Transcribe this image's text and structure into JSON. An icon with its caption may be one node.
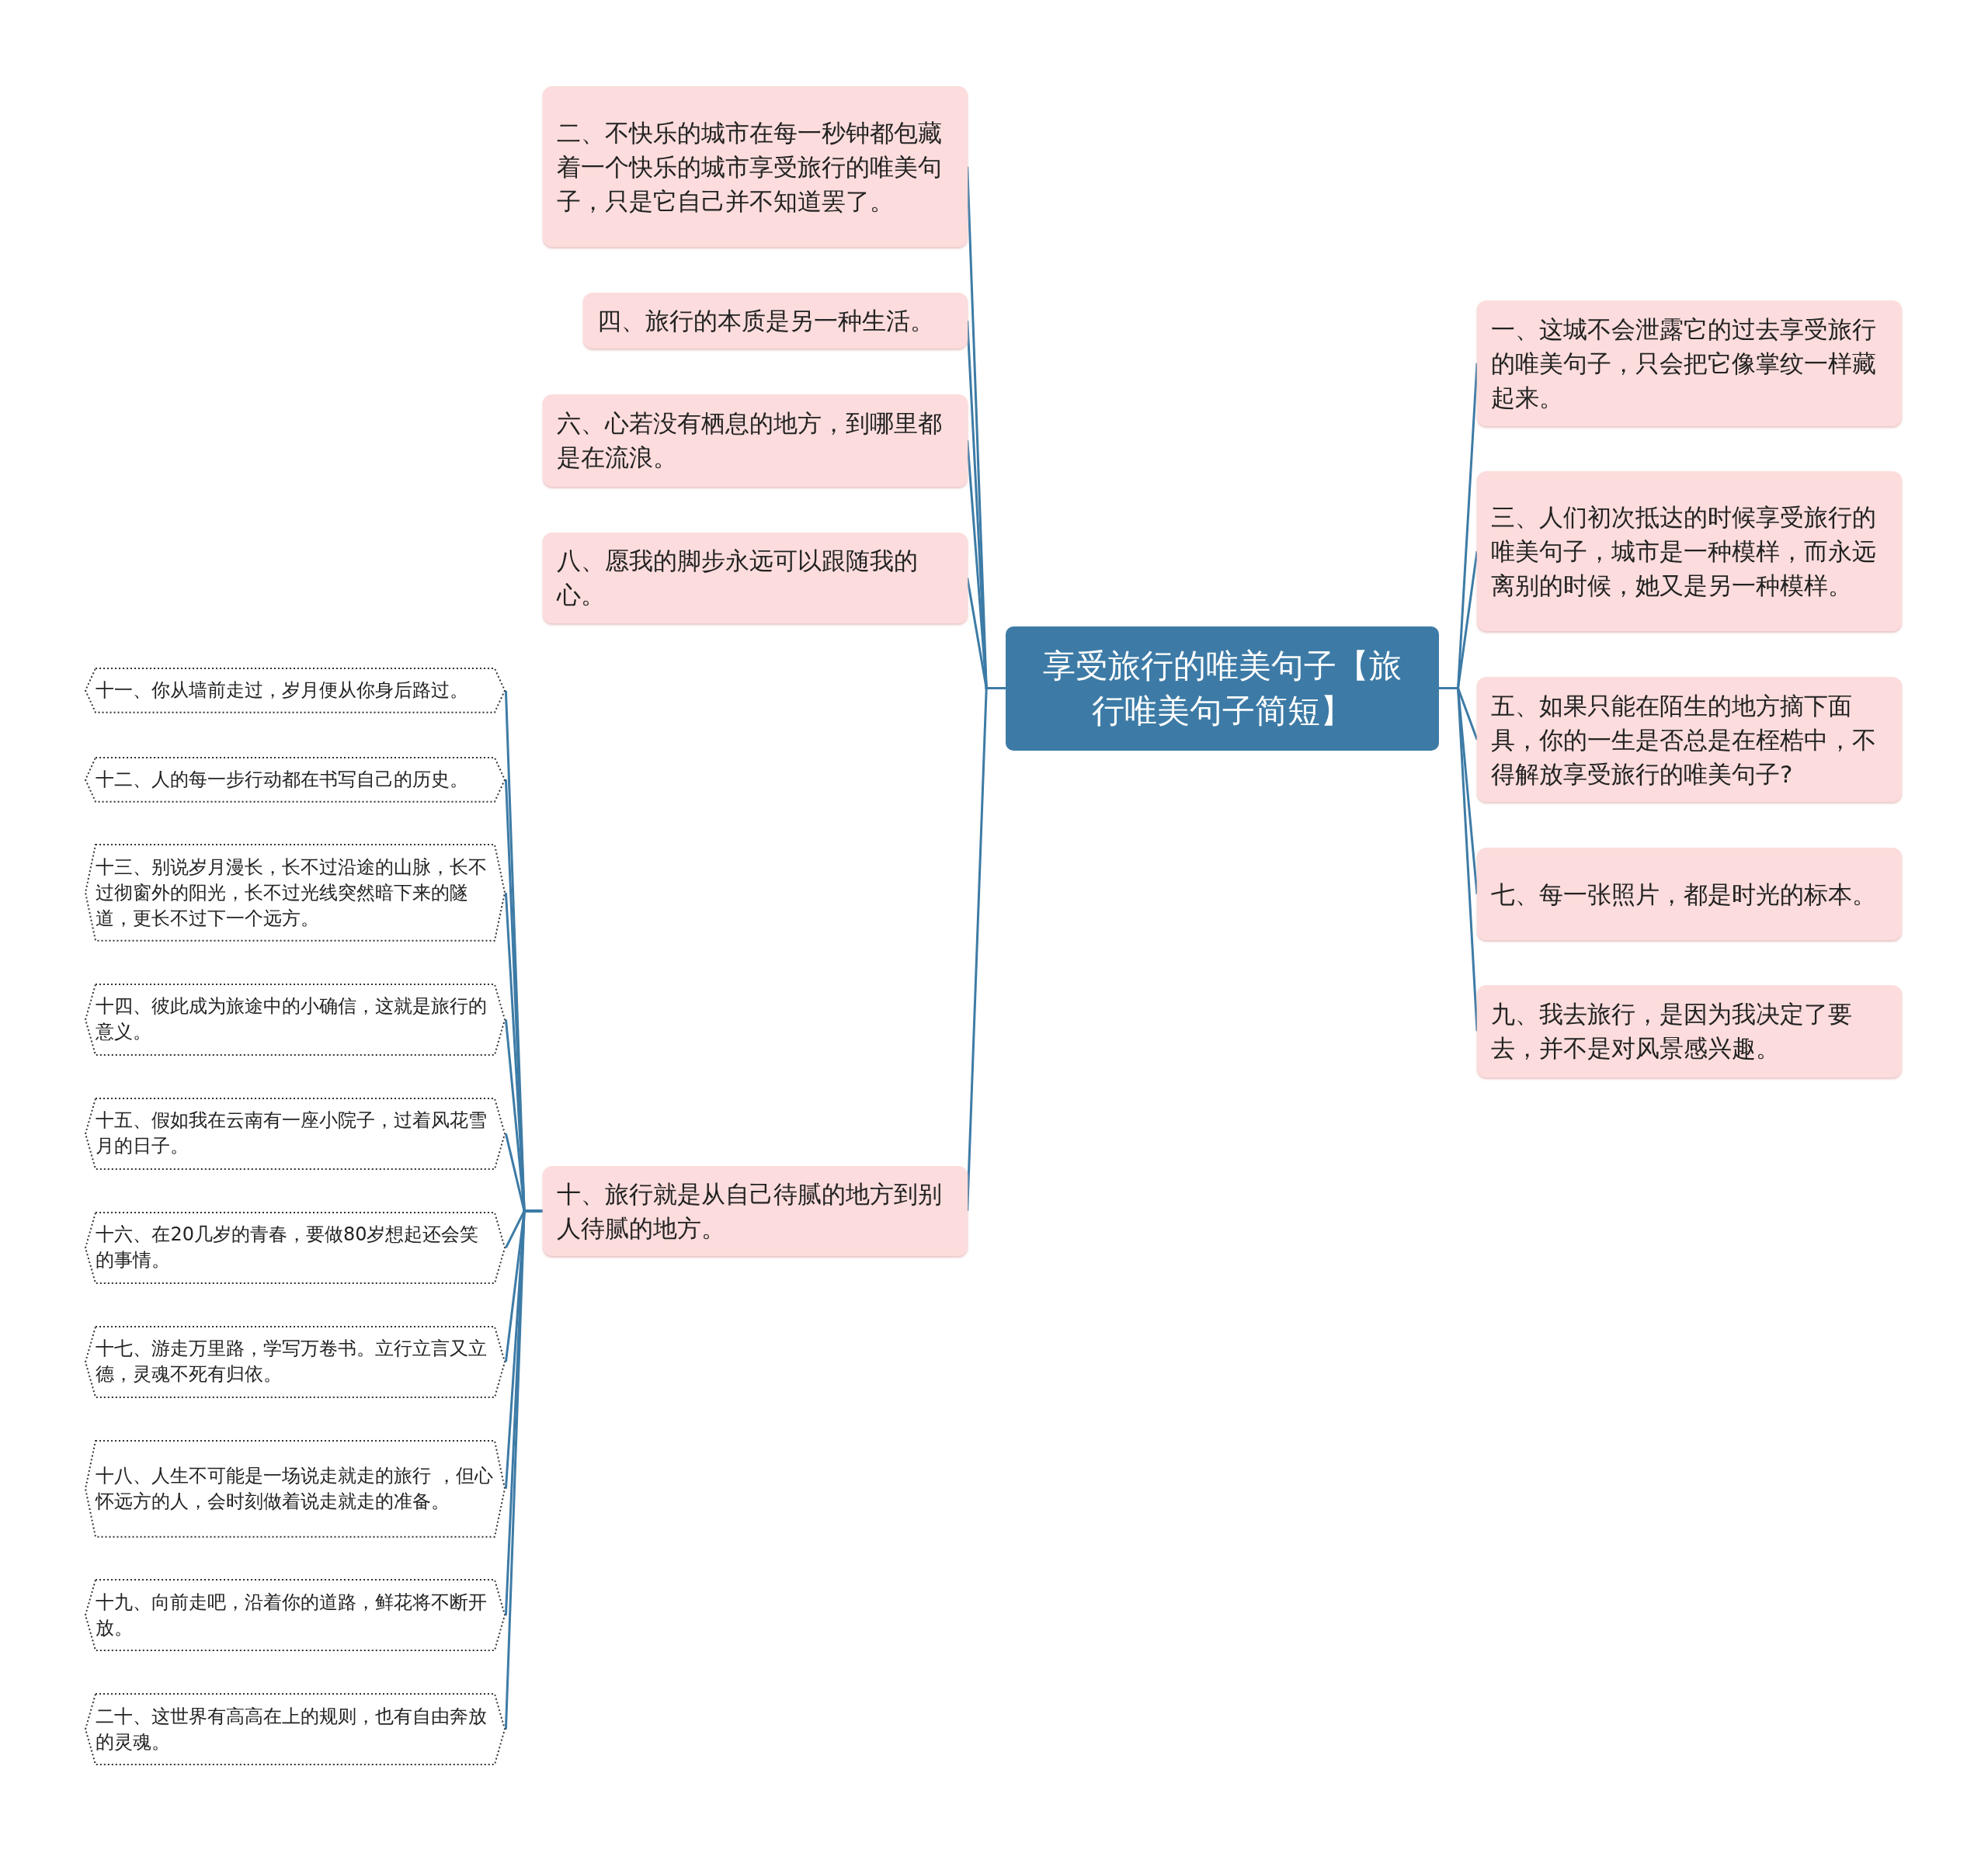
{
  "diagram": {
    "nodes": [
      {
        "text": [
          "享受旅行的唯美句子【旅行唯美句子简短】"
        ]
      },
      {
        "text": [
          "一、这城不会泄露它的过去享受旅行的唯美句子，只会把它像掌纹一样藏起来。"
        ]
      },
      {
        "text": [
          "二、不快乐的城市在每一秒钟都包藏着一个快乐的城市享受旅行的唯美句子，只是它自己并不知道罢了。"
        ]
      },
      {
        "text": [
          "三、人们初次抵达的时候享受旅行的唯美句子，城市是一种模样，而永远离别的时候，她又是另一种模样。"
        ]
      },
      {
        "text": [
          "四、旅行的本质是另一种生活。"
        ]
      },
      {
        "text": [
          "五、如果只能在陌生的地方摘下面具，你的一生是否总是在桎梏中，不得解放享受旅行的唯美句子?"
        ]
      },
      {
        "text": [
          "六、心若没有栖息的地方，到哪里都是在流浪。"
        ]
      },
      {
        "text": [
          "七、每一张照片，都是时光的标本。"
        ]
      },
      {
        "text": [
          "八、愿我的脚步永远可以跟随我的心。"
        ]
      },
      {
        "text": [
          "九、我去旅行，是因为我决定了要去，并不是对风景感兴趣。"
        ]
      },
      {
        "text": [
          "十、旅行就是从自己待腻的地方到别人待腻的地方。"
        ]
      },
      {
        "text": [
          "十一、你从墙前走过，岁月便从你身后路过。"
        ]
      },
      {
        "text": [
          "十二、人的每一步行动都在书写自己的历史。"
        ]
      },
      {
        "text": [
          "十三、别说岁月漫长，长不过沿途的山脉，长不过彻窗外的阳光，长不过光线突然暗下来的隧道，更长不过下一个远方。"
        ]
      },
      {
        "text": [
          "十四、彼此成为旅途中的小确信，这就是旅行的意义。"
        ]
      },
      {
        "text": [
          "十五、假如我在云南有一座小院子，过着风花雪月的日子。"
        ]
      },
      {
        "text": [
          "十六、在20几岁的青春，要做80岁想起还会笑的事情。"
        ]
      },
      {
        "text": [
          "十七、游走万里路，学写万卷书。立行立言又立德，灵魂不死有归依。"
        ]
      },
      {
        "text": [
          "十八、人生不可能是一场说走就走的旅行 ，但心怀远方的人，会时刻做着说走就走的准备。"
        ]
      },
      {
        "text": [
          "十九、向前走吧，沿着你的道路，鲜花将不断开放。"
        ]
      },
      {
        "text": [
          "二十、这世界有高高在上的规则，也有自由奔放的灵魂。"
        ]
      }
    ],
    "edges": [
      {
        "from": 0,
        "to": 1,
        "arrow": "none"
      },
      {
        "from": 0,
        "to": 2,
        "arrow": "none"
      },
      {
        "from": 0,
        "to": 3,
        "arrow": "none"
      },
      {
        "from": 0,
        "to": 4,
        "arrow": "none"
      },
      {
        "from": 0,
        "to": 5,
        "arrow": "none"
      },
      {
        "from": 0,
        "to": 6,
        "arrow": "none"
      },
      {
        "from": 0,
        "to": 7,
        "arrow": "none"
      },
      {
        "from": 0,
        "to": 8,
        "arrow": "none"
      },
      {
        "from": 0,
        "to": 9,
        "arrow": "none"
      },
      {
        "from": 0,
        "to": 10,
        "arrow": "none"
      },
      {
        "from": 10,
        "to": 11,
        "arrow": "none"
      },
      {
        "from": 10,
        "to": 12,
        "arrow": "none"
      },
      {
        "from": 10,
        "to": 13,
        "arrow": "none"
      },
      {
        "from": 10,
        "to": 14,
        "arrow": "none"
      },
      {
        "from": 10,
        "to": 15,
        "arrow": "none"
      },
      {
        "from": 10,
        "to": 16,
        "arrow": "none"
      },
      {
        "from": 10,
        "to": 17,
        "arrow": "none"
      },
      {
        "from": 10,
        "to": 18,
        "arrow": "none"
      },
      {
        "from": 10,
        "to": 19,
        "arrow": "none"
      },
      {
        "from": 10,
        "to": 20,
        "arrow": "none"
      }
    ]
  }
}
